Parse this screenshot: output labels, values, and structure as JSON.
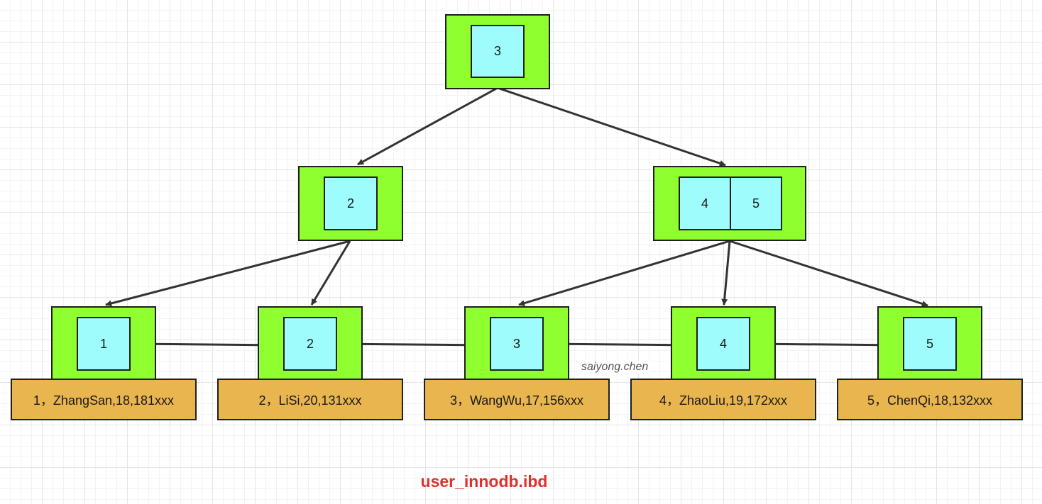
{
  "diagram": {
    "root": {
      "keys": [
        "3"
      ]
    },
    "internal": [
      {
        "keys": [
          "2"
        ]
      },
      {
        "keys": [
          "4",
          "5"
        ]
      }
    ],
    "leaves": [
      {
        "key": "1",
        "row": "1，ZhangSan,18,181xxx"
      },
      {
        "key": "2",
        "row": "2，LiSi,20,131xxx"
      },
      {
        "key": "3",
        "row": "3，WangWu,17,156xxx"
      },
      {
        "key": "4",
        "row": "4，ZhaoLiu,19,172xxx"
      },
      {
        "key": "5",
        "row": "5，ChenQi,18,132xxx"
      }
    ],
    "watermark": "saiyong.chen",
    "file_name": "user_innodb.ibd"
  },
  "colors": {
    "page_fill": "#8fff2f",
    "key_fill": "#9ffcfc",
    "row_fill": "#e8b54f",
    "edge": "#333333",
    "file_name": "#e0302a"
  }
}
